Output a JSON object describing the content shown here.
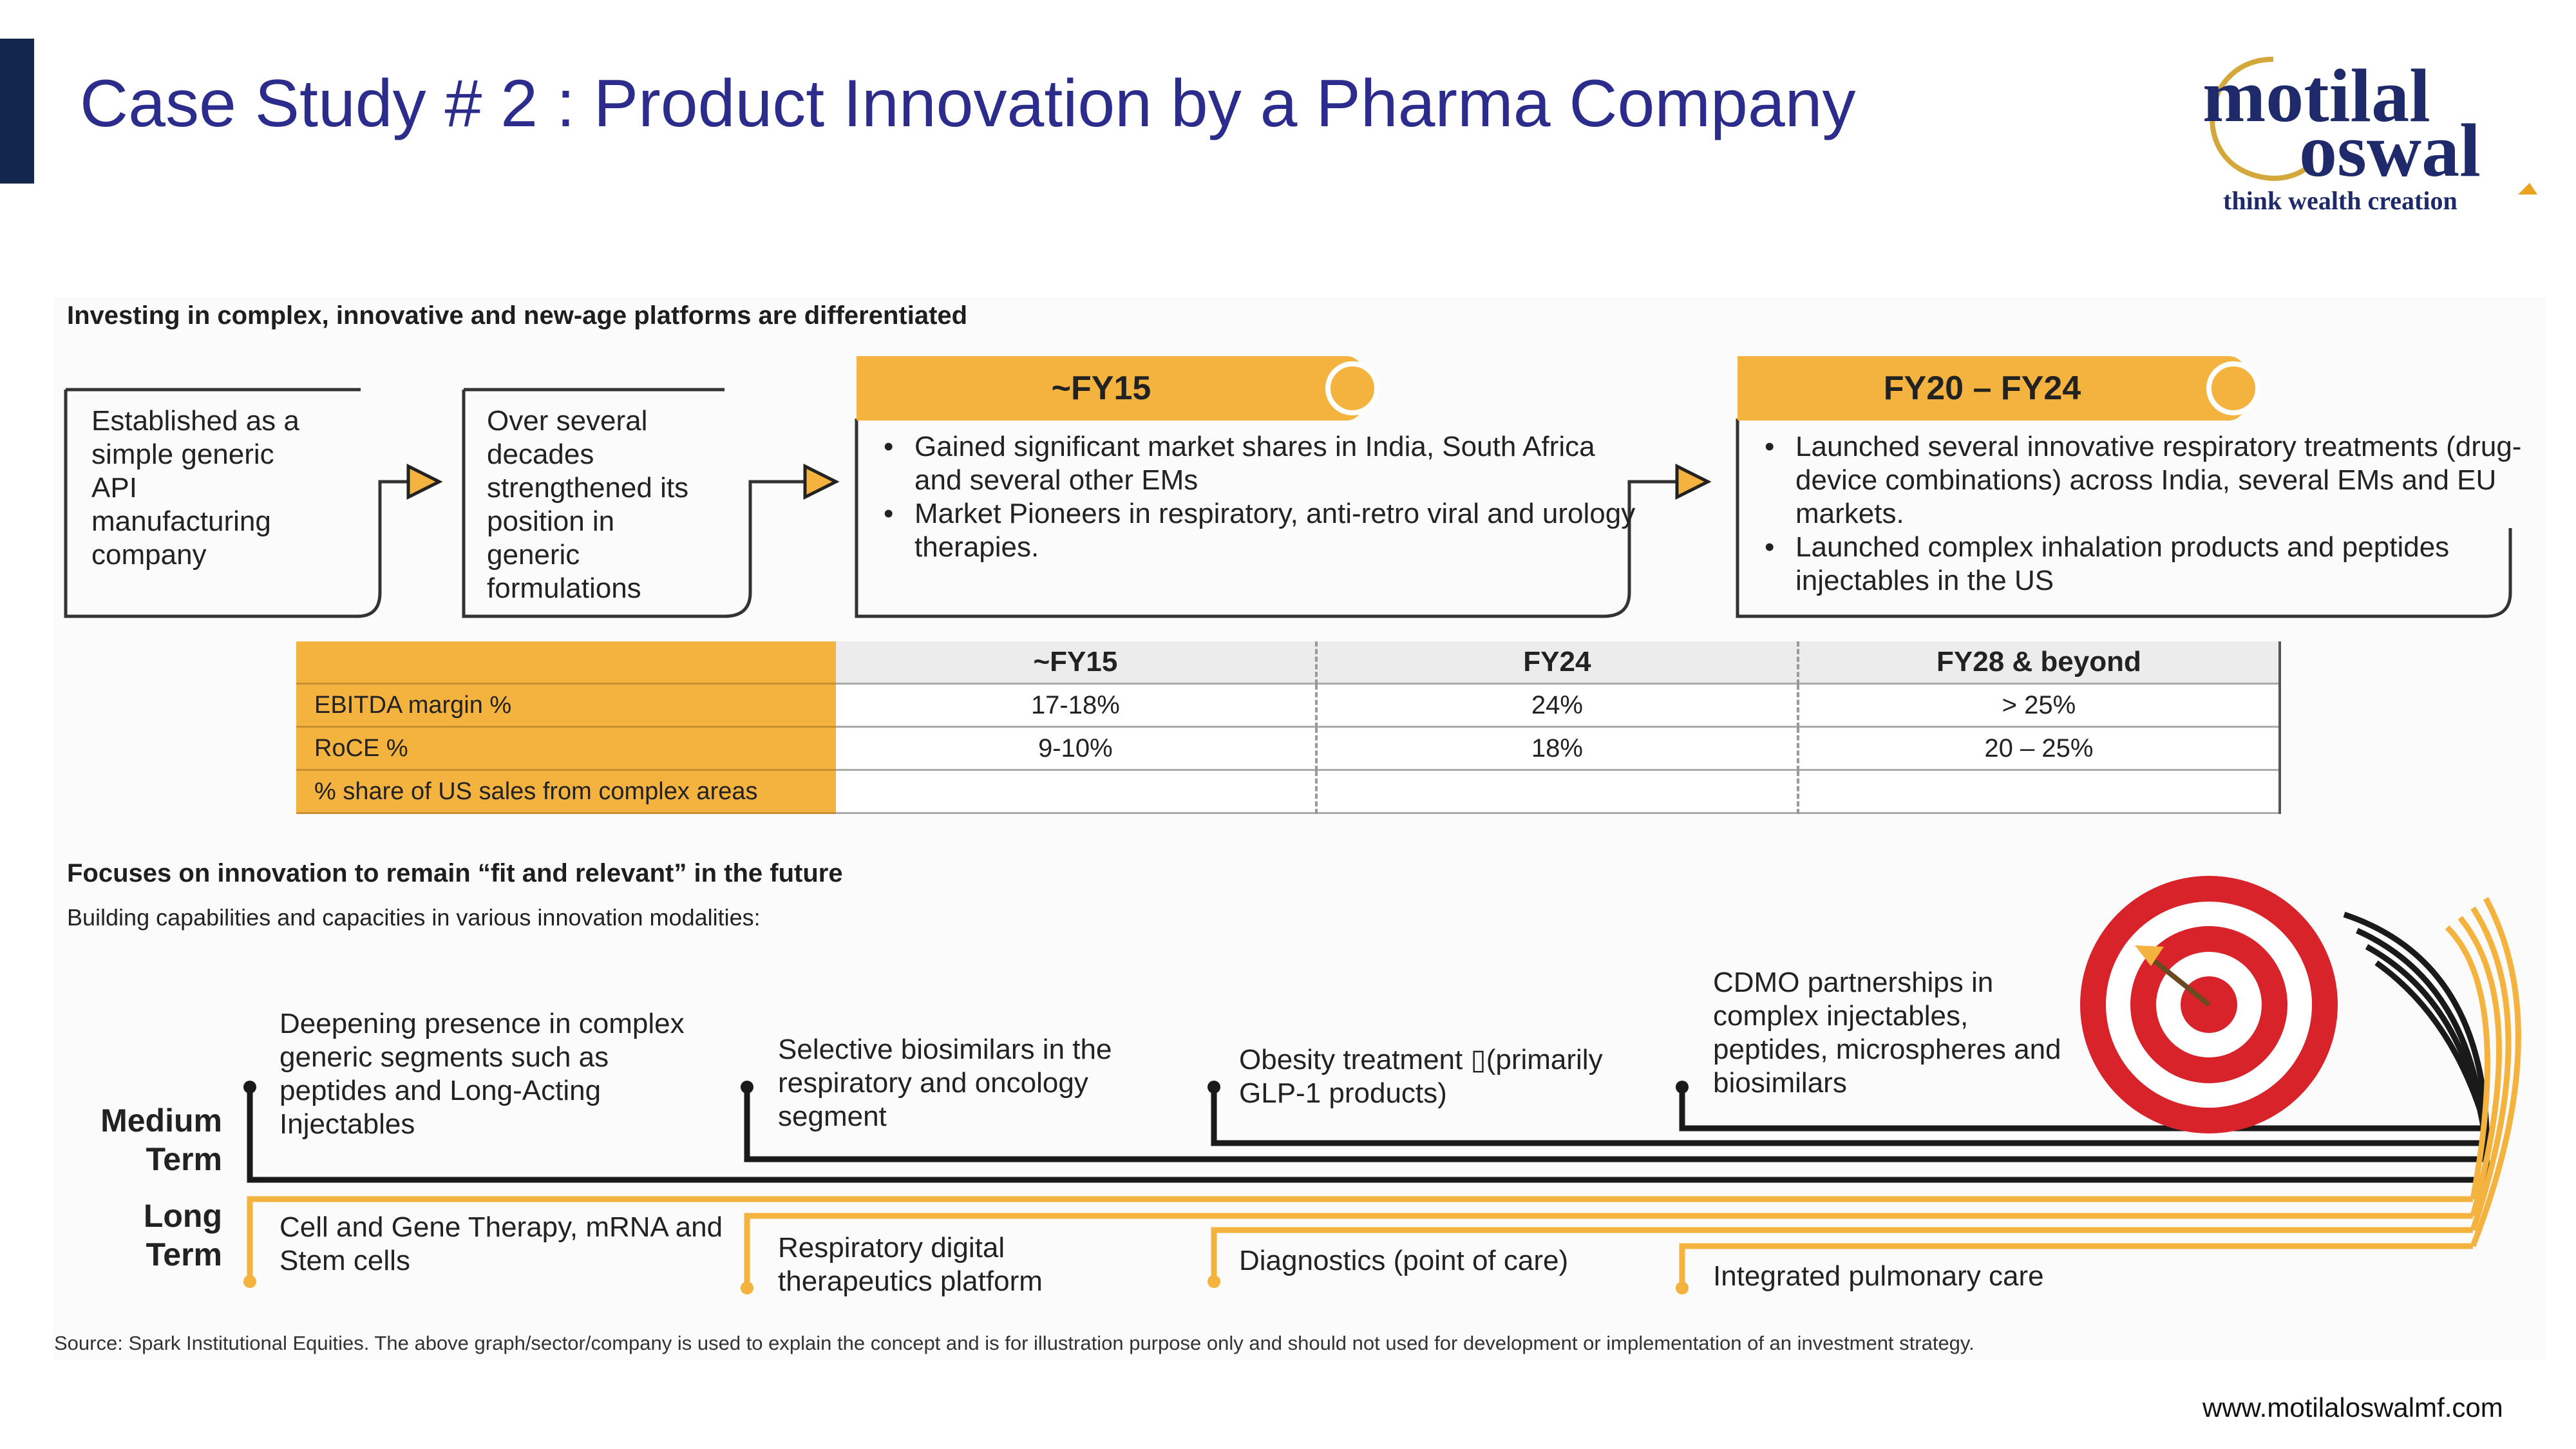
{
  "header": {
    "title": "Case Study # 2 : Product Innovation by a Pharma Company",
    "logo_line1": "motilal",
    "logo_line2": "oswal",
    "logo_tagline": "think wealth creation"
  },
  "section1": {
    "heading": "Investing in complex, innovative and new-age platforms are  differentiated",
    "box1": [
      "Established as a",
      "simple generic",
      "API",
      "manufacturing",
      "company"
    ],
    "box2": [
      "Over several",
      "decades",
      "strengthened its",
      "position in",
      "generic",
      "formulations"
    ],
    "box3": {
      "title": "~FY15",
      "bullets": [
        "Gained significant market shares in India, South Africa and several other EMs",
        "Market Pioneers in respiratory, anti-retro viral and urology therapies."
      ]
    },
    "box4": {
      "title": "FY20 – FY24",
      "bullets": [
        "Launched several innovative respiratory treatments (drug-device combinations) across India, several EMs and EU markets.",
        "Launched complex inhalation products and peptides injectables in the US"
      ]
    }
  },
  "kpi_table": {
    "columns": [
      "~FY15",
      "FY24",
      "FY28 & beyond"
    ],
    "rows": [
      {
        "label": "EBITDA margin %",
        "values": [
          "17-18%",
          "24%",
          "> 25%"
        ]
      },
      {
        "label": "RoCE %",
        "values": [
          "9-10%",
          "18%",
          "20 – 25%"
        ]
      },
      {
        "label": "% share of US sales from complex areas",
        "values": [
          "",
          "",
          ""
        ]
      }
    ]
  },
  "section2": {
    "heading": "Focuses on innovation to remain “fit and relevant” in the future",
    "subheading": "Building capabilities and capacities in various innovation modalities:",
    "medium_term_label": [
      "Medium",
      "Term"
    ],
    "long_term_label": [
      "Long",
      "Term"
    ],
    "medium_items": [
      "Deepening presence in complex generic segments such as peptides and Long-Acting Injectables",
      "Selective biosimilars in the respiratory and oncology segment",
      "Obesity treatment ▯(primarily GLP-1 products)",
      "CDMO partnerships in complex injectables, peptides, microspheres and biosimilars"
    ],
    "long_items": [
      "Cell and Gene Therapy, mRNA and Stem cells",
      "Respiratory digital therapeutics platform",
      "Diagnostics (point of care)",
      "Integrated pulmonary care"
    ]
  },
  "footer": {
    "source": "Source: Spark Institutional Equities. The above graph/sector/company is used to explain the concept and is for illustration purpose only and should not used for development or implementation of an investment strategy.",
    "url": "www.motilaloswalmf.com"
  },
  "colors": {
    "accent_orange": "#f4b23e",
    "navy": "#13274c",
    "title_blue": "#2c2c8c",
    "target_red": "#d8232a"
  }
}
